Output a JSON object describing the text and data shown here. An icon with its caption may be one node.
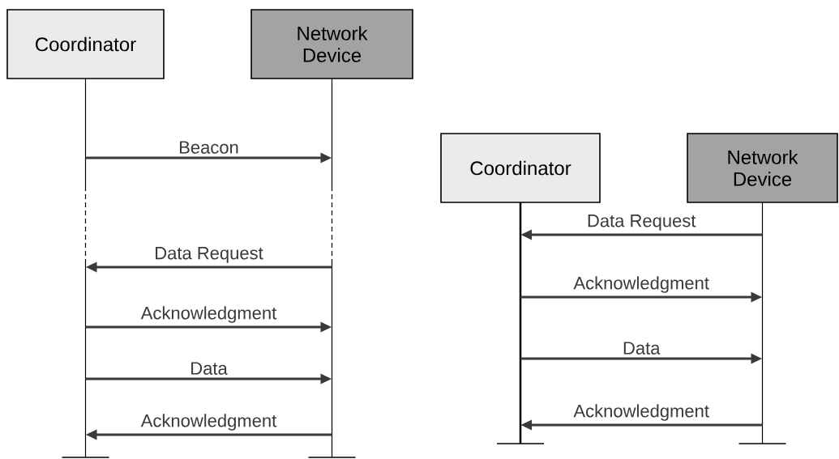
{
  "diagram": {
    "nodes": [
      {
        "text": [
          "Coordinator"
        ]
      },
      {
        "text": [
          "Network Device"
        ]
      },
      {
        "text": [
          "Coordinator"
        ]
      },
      {
        "text": [
          "Network Device"
        ]
      }
    ],
    "edges": [
      {
        "from": 0,
        "to": 1,
        "arrow": "to",
        "label": "Beacon"
      },
      {
        "from": 1,
        "to": 0,
        "arrow": "to",
        "label": "Data Request"
      },
      {
        "from": 0,
        "to": 1,
        "arrow": "to",
        "label": "Acknowledgment"
      },
      {
        "from": 0,
        "to": 1,
        "arrow": "to",
        "label": "Data"
      },
      {
        "from": 1,
        "to": 0,
        "arrow": "to",
        "label": "Acknowledgment"
      },
      {
        "from": 3,
        "to": 2,
        "arrow": "to",
        "label": "Data Request"
      },
      {
        "from": 2,
        "to": 3,
        "arrow": "to",
        "label": "Acknowledgment"
      },
      {
        "from": 2,
        "to": 3,
        "arrow": "to",
        "label": "Data"
      },
      {
        "from": 3,
        "to": 2,
        "arrow": "to",
        "label": "Acknowledgment"
      }
    ]
  }
}
